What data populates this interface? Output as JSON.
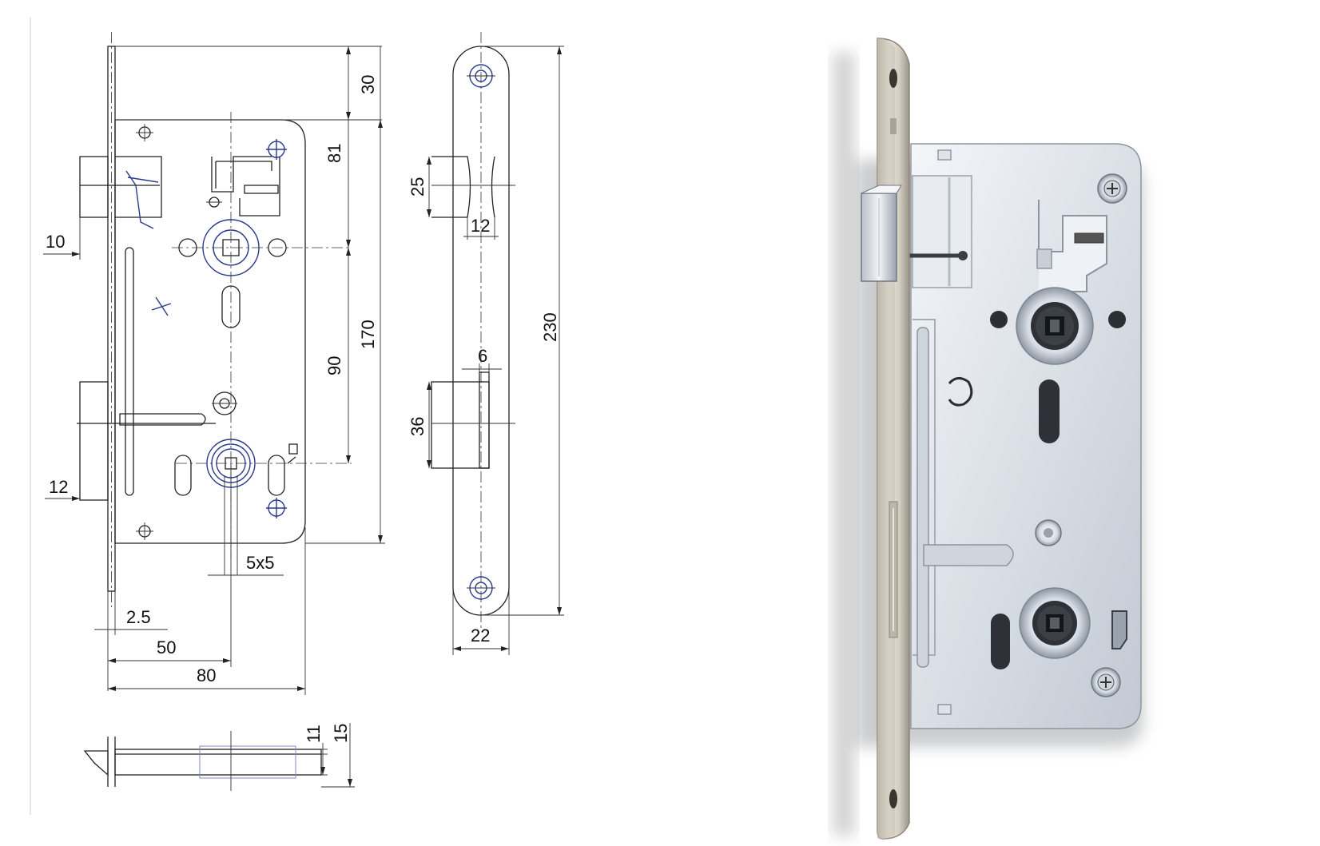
{
  "drawing": {
    "dimensions": {
      "d10": "10",
      "d12_left": "12",
      "d2_5": "2.5",
      "d50": "50",
      "d80": "80",
      "d30": "30",
      "d81": "81",
      "d90": "90",
      "d170": "170",
      "d5x5": "5x5",
      "d25": "25",
      "d12_front": "12",
      "d6": "6",
      "d36": "36",
      "d230": "230",
      "d22": "22",
      "d11": "11",
      "d15": "15"
    }
  },
  "colors": {
    "line": "#222222",
    "blue_accent": "#2a3a8c",
    "steel_light": "#e9edf2",
    "steel_mid": "#b8c0ca",
    "brass_plate": "#d8d2c4"
  }
}
